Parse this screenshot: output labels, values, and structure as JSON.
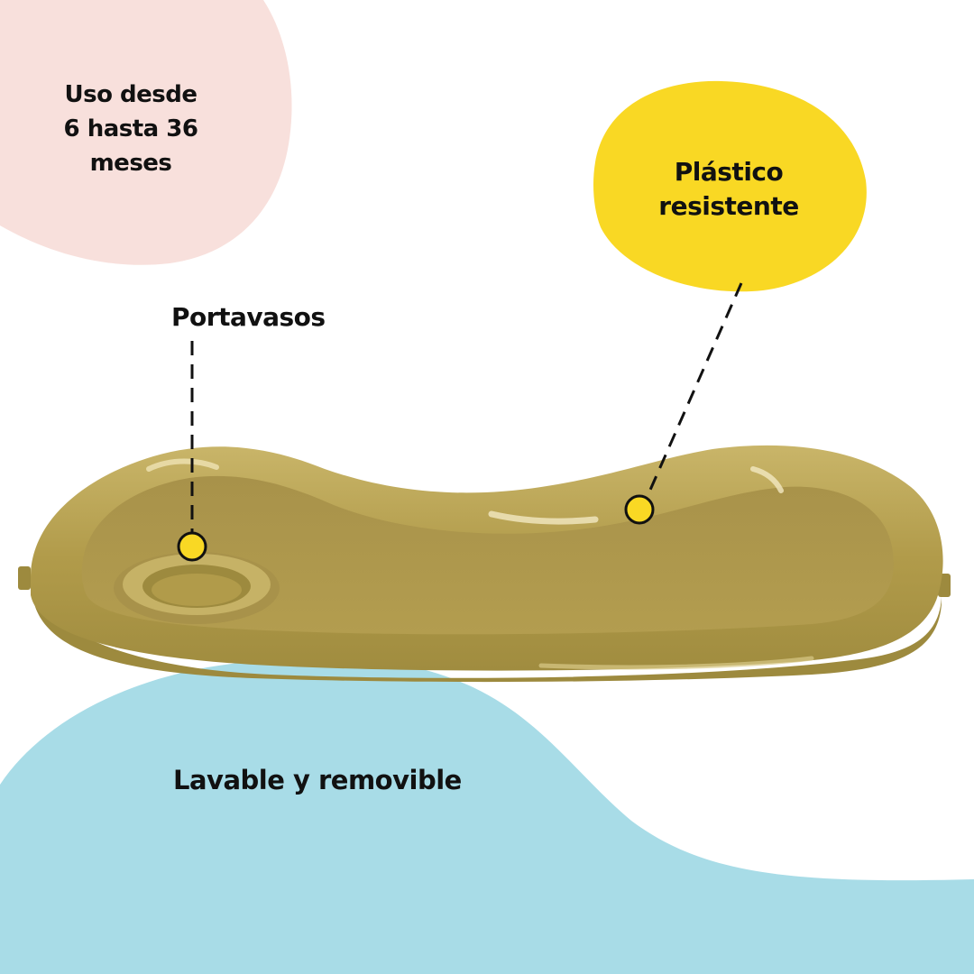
{
  "colors": {
    "background": "#ffffff",
    "pink_blob": "#f8e0dc",
    "yellow_blob": "#f9d824",
    "blue_blob": "#a8dce7",
    "tray": "#b8a252",
    "tray_dark": "#9d8a3e",
    "tray_light": "#d4c27c",
    "marker_dot": "#f9d824",
    "text": "#111111"
  },
  "icons": {
    "marker": "yellow-dot-marker",
    "leader": "dashed-leader-line"
  },
  "features": {
    "age": [
      "Uso desde",
      "6 hasta 36",
      "meses"
    ],
    "material": [
      "Plástico",
      "resistente"
    ],
    "cupholder": "Portavasos",
    "washable": "Lavable y removible"
  }
}
